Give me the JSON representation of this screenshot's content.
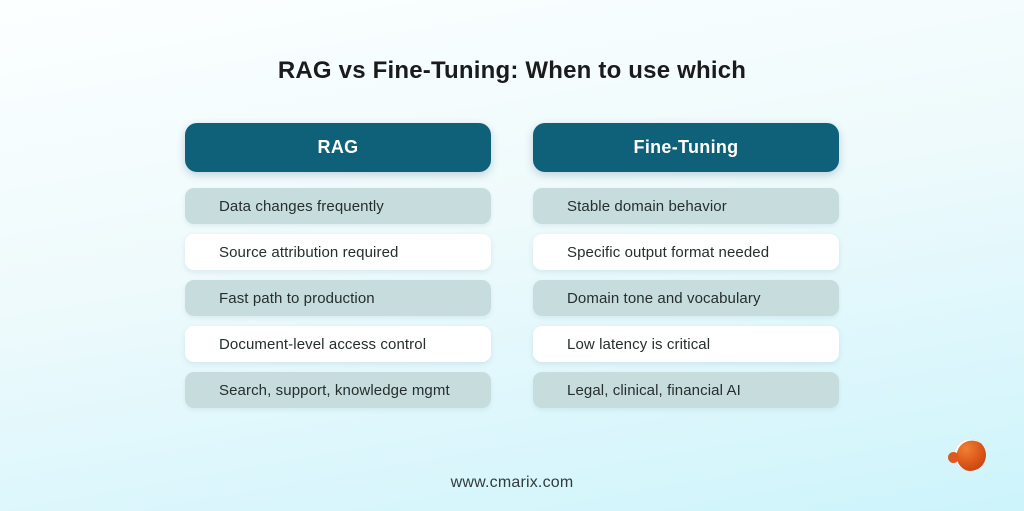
{
  "title": "RAG vs Fine-Tuning: When to use which",
  "columns": [
    {
      "header": "RAG",
      "rows": [
        "Data changes frequently",
        "Source attribution required",
        "Fast path to production",
        "Document-level access control",
        "Search, support, knowledge mgmt"
      ]
    },
    {
      "header": "Fine-Tuning",
      "rows": [
        "Stable domain behavior",
        "Specific output format needed",
        "Domain tone and vocabulary",
        "Low latency is critical",
        "Legal, clinical, financial AI"
      ]
    }
  ],
  "footer": {
    "website": "www.cmarix.com"
  },
  "logo": {
    "name": "cmarix-logo"
  },
  "colors": {
    "background_top": "#fcffff",
    "background_bottom": "#cdf4fb",
    "header_bg": "#0f617a",
    "header_text": "#ffffff",
    "row_teal": "#c7dddd",
    "row_white": "#ffffff",
    "title_text": "#1b1b1b",
    "row_text": "#262e2e",
    "logo_orange": "#d9531a",
    "logo_orange_light": "#ef8033"
  }
}
